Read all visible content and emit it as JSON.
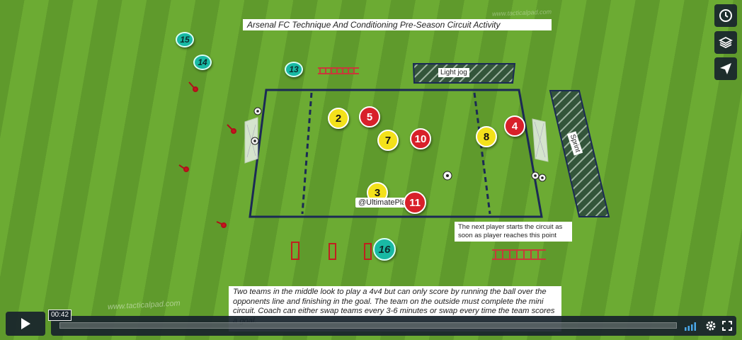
{
  "title": "Arsenal FC Technique And Conditioning Pre-Season Circuit Activity",
  "zones": {
    "light_jog": "Light jog",
    "sprint": "Sprint"
  },
  "handle_label": "@UltimatePla",
  "note": "The next player starts the circuit as soon as player reaches this point",
  "description": "Two teams in the middle look to play a 4v4 but can only score by running the ball over the opponents line and finishing in the goal. The team on the outside must complete the mini circuit. Coach can either swap teams every 3-6 minutes or swap every time the team scores a goal.",
  "watermark": "www.tacticalpad.com",
  "players": {
    "yellow": [
      "2",
      "7",
      "3",
      "8"
    ],
    "red": [
      "5",
      "10",
      "11",
      "4"
    ],
    "teal": [
      "15",
      "14",
      "13",
      "16"
    ]
  },
  "controls": {
    "history_icon": "clock-icon",
    "collections_icon": "layers-icon",
    "share_icon": "paper-plane-icon"
  },
  "video": {
    "current_time": "00:42",
    "play_icon": "play-icon",
    "progress": 0.0
  },
  "colors": {
    "grass_dark": "#5f9a2c",
    "grass_light": "#6cab33",
    "team_yellow": "#f4e11b",
    "team_red": "#d8202a",
    "team_teal": "#19b9a4",
    "pitch_lines": "#1b2a55",
    "volume_blue": "#4aa7e8"
  }
}
